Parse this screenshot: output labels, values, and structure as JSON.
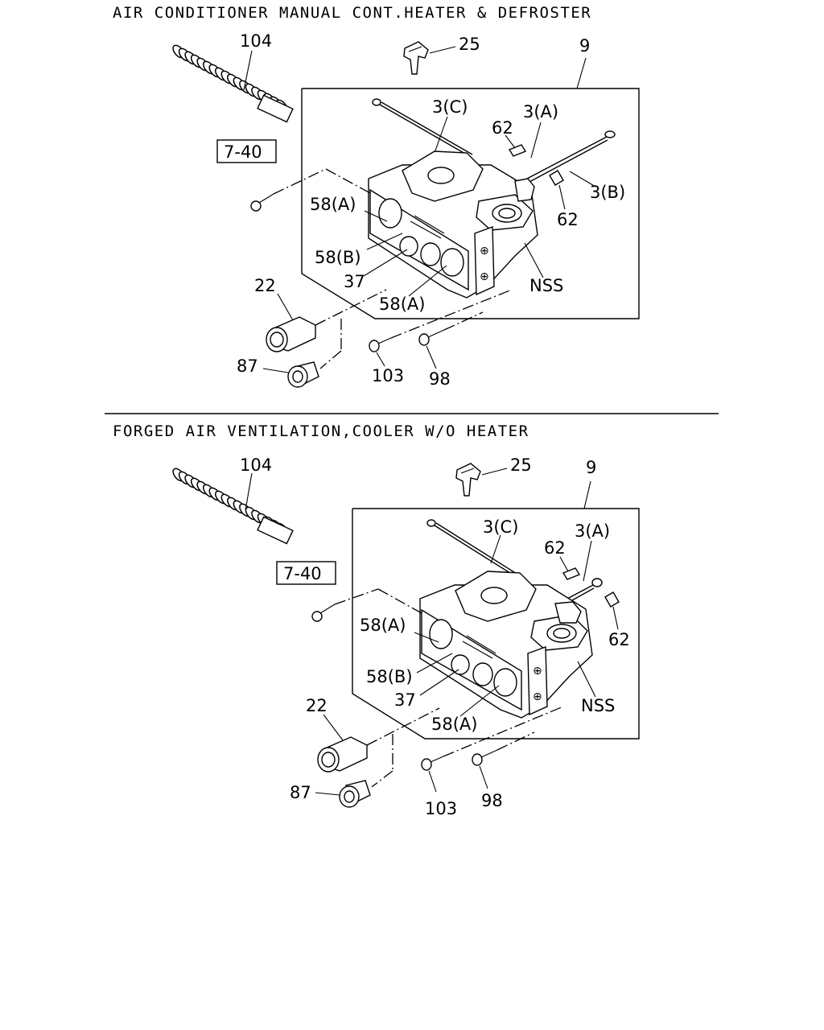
{
  "sections": [
    {
      "title": "AIR CONDITIONER MANUAL CONT.HEATER & DEFROSTER",
      "labels": {
        "hose": "104",
        "clip": "25",
        "assembly": "9",
        "cable_c": "3(C)",
        "cable_a": "3(A)",
        "cable_b": "3(B)",
        "pin_1": "62",
        "pin_2": "62",
        "ref": "7-40",
        "knob_a_1": "58(A)",
        "knob_b": "58(B)",
        "ring": "37",
        "knob_a_2": "58(A)",
        "nss": "NSS",
        "switch": "22",
        "bezel": "87",
        "screw_1": "103",
        "screw_2": "98"
      }
    },
    {
      "title": "FORGED AIR VENTILATION,COOLER W/O HEATER",
      "labels": {
        "hose": "104",
        "clip": "25",
        "assembly": "9",
        "cable_c": "3(C)",
        "cable_a": "3(A)",
        "pin_1": "62",
        "pin_2": "62",
        "ref": "7-40",
        "knob_a_1": "58(A)",
        "knob_b": "58(B)",
        "ring": "37",
        "knob_a_2": "58(A)",
        "nss": "NSS",
        "switch": "22",
        "bezel": "87",
        "screw_1": "103",
        "screw_2": "98"
      }
    }
  ]
}
